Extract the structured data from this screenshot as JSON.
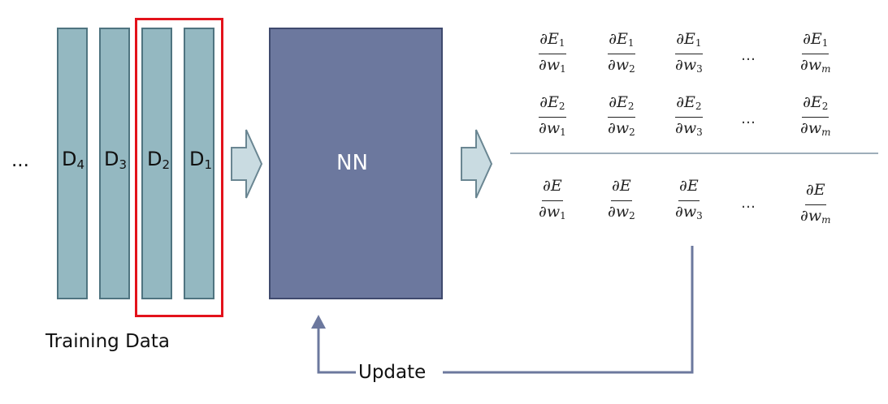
{
  "training": {
    "leading_ellipsis": "...",
    "bars": [
      {
        "name": "D",
        "sub": "4"
      },
      {
        "name": "D",
        "sub": "3"
      },
      {
        "name": "D",
        "sub": "2"
      },
      {
        "name": "D",
        "sub": "1"
      }
    ],
    "caption": "Training Data"
  },
  "network": {
    "label": "NN"
  },
  "gradients": {
    "rows": [
      {
        "cells": [
          {
            "num": "∂E",
            "num_sub": "1",
            "den": "∂w",
            "den_sub": "1"
          },
          {
            "num": "∂E",
            "num_sub": "1",
            "den": "∂w",
            "den_sub": "2"
          },
          {
            "num": "∂E",
            "num_sub": "1",
            "den": "∂w",
            "den_sub": "3"
          },
          {
            "num": "∂E",
            "num_sub": "1",
            "den": "∂w",
            "den_sub": "m"
          }
        ],
        "ellipsis": "…"
      },
      {
        "cells": [
          {
            "num": "∂E",
            "num_sub": "2",
            "den": "∂w",
            "den_sub": "1"
          },
          {
            "num": "∂E",
            "num_sub": "2",
            "den": "∂w",
            "den_sub": "2"
          },
          {
            "num": "∂E",
            "num_sub": "2",
            "den": "∂w",
            "den_sub": "3"
          },
          {
            "num": "∂E",
            "num_sub": "2",
            "den": "∂w",
            "den_sub": "m"
          }
        ],
        "ellipsis": "…"
      },
      {
        "cells": [
          {
            "num": "∂E",
            "num_sub": "",
            "den": "∂w",
            "den_sub": "1"
          },
          {
            "num": "∂E",
            "num_sub": "",
            "den": "∂w",
            "den_sub": "2"
          },
          {
            "num": "∂E",
            "num_sub": "",
            "den": "∂w",
            "den_sub": "3"
          },
          {
            "num": "∂E",
            "num_sub": "",
            "den": "∂w",
            "den_sub": "m"
          }
        ],
        "ellipsis": "…"
      }
    ]
  },
  "feedback": {
    "label": "Update"
  },
  "colors": {
    "bar_fill": "#94b8c1",
    "bar_border": "#4f7480",
    "highlight": "#e3121b",
    "nn_fill": "#6c789e",
    "arrow_fill": "#c9dbe1",
    "arrow_stroke": "#6a8692",
    "feedback_line": "#6c789e"
  }
}
